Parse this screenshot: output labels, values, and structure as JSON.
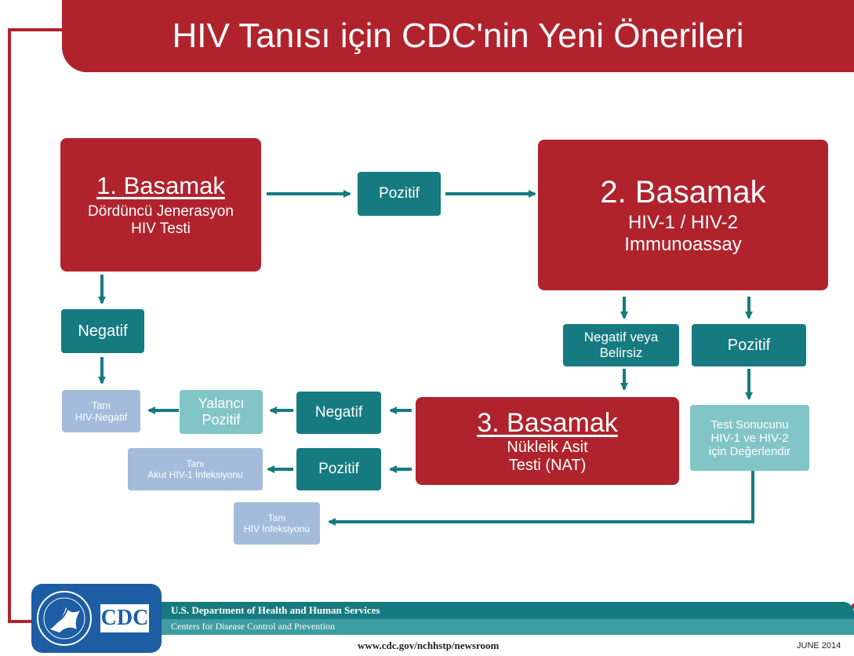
{
  "title": "HIV Tanısı için CDC'nin Yeni Önerileri",
  "step1": {
    "title": "1. Basamak",
    "line1": "Dördüncü Jenerasyon",
    "line2": "HIV Testi"
  },
  "step2": {
    "title": "2. Basamak",
    "line1": "HIV-1 / HIV-2",
    "line2": "Immunoassay"
  },
  "step3": {
    "title": "3. Basamak",
    "line1": "Nükleik Asit",
    "line2": "Testi (NAT)"
  },
  "labels": {
    "pozitif_top": "Pozitif",
    "negatif_left": "Negatif",
    "negatif_veya_1": "Negatif veya",
    "negatif_veya_2": "Belirsiz",
    "pozitif_right": "Pozitif",
    "test_sonucu_1": "Test Sonucunu",
    "test_sonucu_2": "HIV-1 ve HIV-2",
    "test_sonucu_3": "için Değerlendir",
    "negatif_mid": "Negatif",
    "pozitif_mid": "Pozitif",
    "yalanci_1": "Yalancı",
    "yalanci_2": "Pozitif"
  },
  "outcomes": {
    "hiv_neg_1": "Tanı",
    "hiv_neg_2": "HIV-Negatif",
    "akut_1": "Tanı",
    "akut_2": "Akut HIV-1 İnfeksiyonu",
    "enf_1": "Tanı",
    "enf_2": "HIV İnfeksiyonu"
  },
  "footer": {
    "logo_text": "CDC",
    "dept": "U.S. Department of Health and Human Services",
    "centers": "Centers for Disease Control and Prevention",
    "url": "www.cdc.gov/nchhstp/newsroom",
    "date": "JUNE 2014"
  },
  "colors": {
    "red": "#b0232d",
    "teal": "#167b80",
    "light_teal": "#82c5c6",
    "light_blue": "#a3bcdc",
    "navy": "#1d5da3"
  }
}
